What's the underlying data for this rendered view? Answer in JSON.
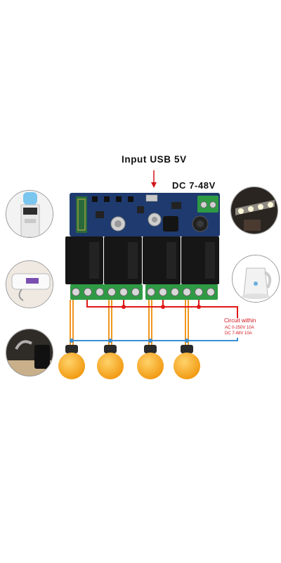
{
  "labels": {
    "input_usb": "Input USB 5V",
    "dc_input": "DC 7-48V"
  },
  "circuit_note": {
    "title": "Circuit within",
    "ac": "AC 0-250V 10A",
    "dc": "DC 7-48V 10A"
  },
  "relay_channels": 4,
  "appliances": [
    {
      "icon": "water-dispenser-icon",
      "side": "left"
    },
    {
      "icon": "water-heater-icon",
      "side": "left"
    },
    {
      "icon": "humidifier-icon",
      "side": "left"
    },
    {
      "icon": "spotlight-icon",
      "side": "right"
    },
    {
      "icon": "electric-kettle-icon",
      "side": "right"
    }
  ],
  "colors": {
    "arrow": "#d4141c",
    "live_wire": "#e01818",
    "load_wire": "#f0961e",
    "neutral_wire": "#3a8fd6",
    "pcb": "#1e3a6e",
    "relay": "#161616",
    "terminal": "#2e9b44",
    "bulb": "#f6a623"
  }
}
